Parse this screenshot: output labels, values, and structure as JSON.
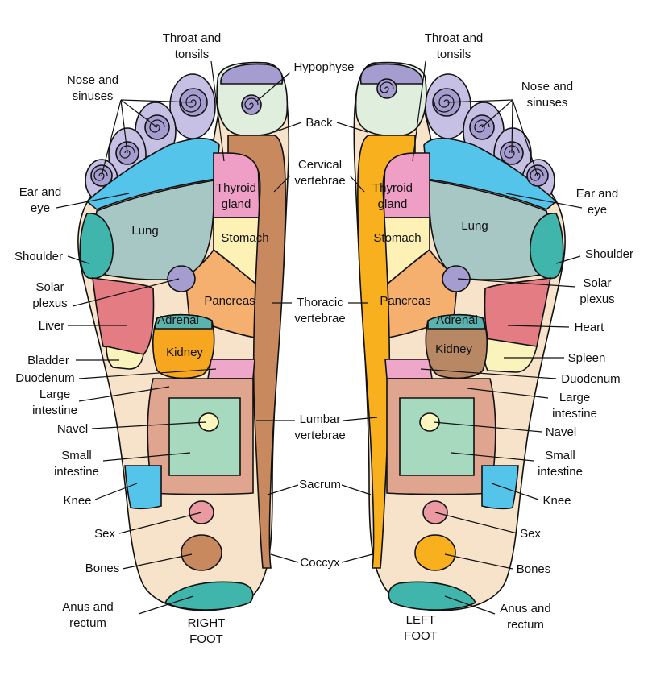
{
  "colors": {
    "skin": "#f7e3c9",
    "toe": "#c6c0e4",
    "sinus": "#a59dd0",
    "ear_eye": "#55c4ea",
    "lung": "#a7c7c5",
    "shoulder": "#3fb5ab",
    "thyroid": "#ef9fc6",
    "stomach": "#fdf1b6",
    "pancreas": "#f5b06f",
    "hypophyse": "#dfeedd",
    "right_spine": "#c9895e",
    "left_spine": "#f8b01f",
    "liver": "#e47c84",
    "heart": "#e47c84",
    "bladder": "#fbf3bc",
    "spleen": "#fbf3bc",
    "kidney_right": "#f7a71f",
    "kidney_left": "#b88865",
    "adrenal": "#5ab3af",
    "duodenum": "#efa7c9",
    "large_intestine": "#dfa58f",
    "small_intestine": "#a6d9be",
    "navel": "#fdf6bf",
    "knee": "#55c4ea",
    "sex": "#ec9aa2",
    "bones_right": "#c9895e",
    "bones_left": "#f8b01f",
    "anus": "#3fb5ab",
    "solar": "#a59dd0"
  },
  "labels": {
    "throat_tonsils_1": "Throat and",
    "throat_tonsils_2": "tonsils",
    "hypophyse": "Hypophyse",
    "nose_sinuses_1": "Nose and",
    "nose_sinuses_2": "sinuses",
    "back": "Back",
    "cervical_1": "Cervical",
    "cervical_2": "vertebrae",
    "ear_eye_1": "Ear and",
    "ear_eye_2": "eye",
    "shoulder": "Shoulder",
    "solar_1": "Solar",
    "solar_2": "plexus",
    "liver": "Liver",
    "heart": "Heart",
    "bladder": "Bladder",
    "spleen": "Spleen",
    "duodenum": "Duodenum",
    "large_intestine_1": "Large",
    "large_intestine_2": "intestine",
    "navel": "Navel",
    "small_intestine_1": "Small",
    "small_intestine_2": "intestine",
    "knee": "Knee",
    "sex": "Sex",
    "bones": "Bones",
    "anus_1": "Anus and",
    "anus_2": "rectum",
    "thoracic_1": "Thoracic",
    "thoracic_2": "vertebrae",
    "lumbar_1": "Lumbar",
    "lumbar_2": "vertebrae",
    "sacrum": "Sacrum",
    "coccyx": "Coccyx",
    "right_foot_1": "RIGHT",
    "right_foot_2": "FOOT",
    "left_foot_1": "LEFT",
    "left_foot_2": "FOOT"
  },
  "zones": {
    "thyroid_1": "Thyroid",
    "thyroid_2": "gland",
    "lung": "Lung",
    "stomach": "Stomach",
    "pancreas": "Pancreas",
    "adrenal": "Adrenal",
    "kidney": "Kidney"
  }
}
